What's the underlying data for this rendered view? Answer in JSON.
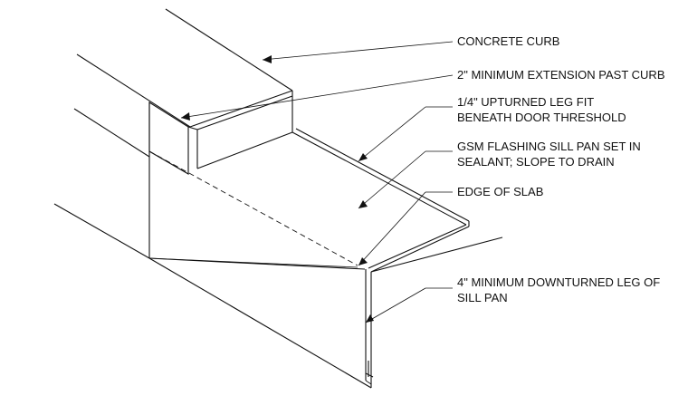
{
  "drawing": {
    "callouts": [
      {
        "key": "curb",
        "lines": [
          "CONCRETE CURB"
        ]
      },
      {
        "key": "extension",
        "lines": [
          "2\" MINIMUM EXTENSION PAST CURB"
        ]
      },
      {
        "key": "upturned",
        "lines": [
          "1/4\" UPTURNED LEG FIT",
          "BENEATH DOOR THRESHOLD"
        ]
      },
      {
        "key": "sillpan",
        "lines": [
          "GSM FLASHING SILL PAN SET IN",
          "SEALANT; SLOPE TO DRAIN"
        ]
      },
      {
        "key": "slab",
        "lines": [
          "EDGE OF SLAB"
        ]
      },
      {
        "key": "downturned",
        "lines": [
          "4\" MINIMUM DOWNTURNED LEG OF",
          "SILL PAN"
        ]
      }
    ]
  }
}
